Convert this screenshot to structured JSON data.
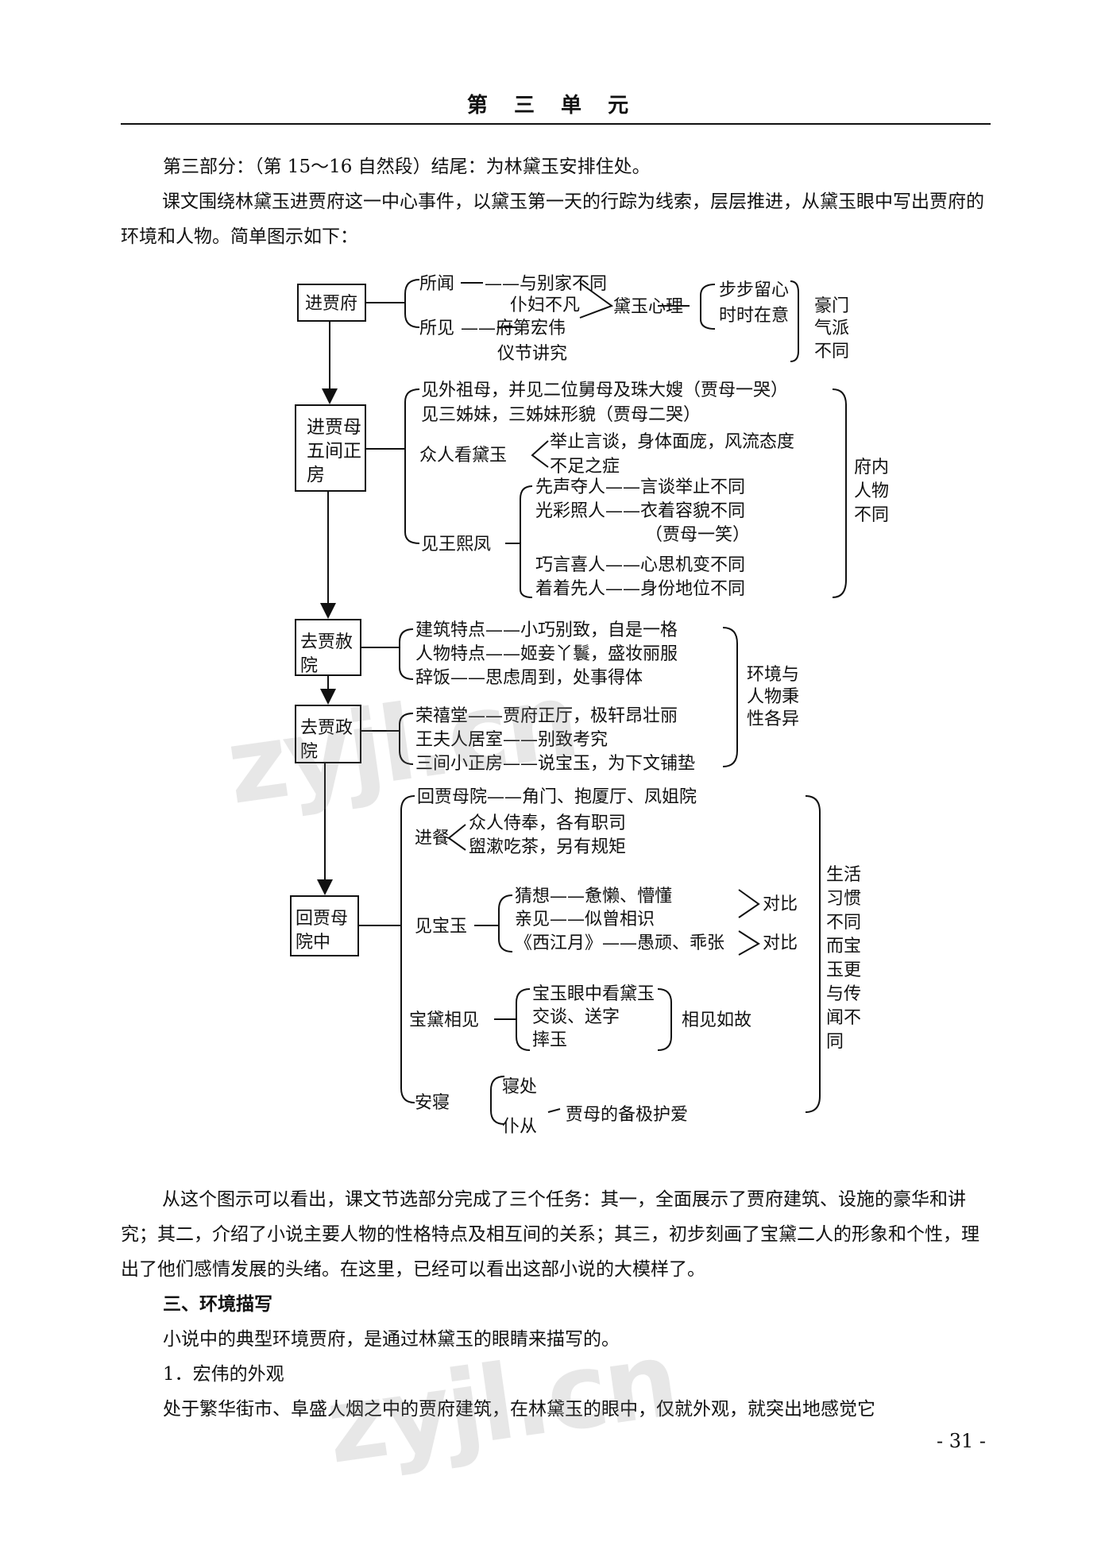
{
  "header": {
    "title": "第 三 单 元"
  },
  "intro": {
    "p1": "第三部分：（第 15～16 自然段）结尾：为林黛玉安排住处。",
    "p2": "课文围绕林黛玉进贾府这一中心事件，以黛玉第一天的行踪为线索，层层推进，从黛玉眼中写出贾府的环境和人物。简单图示如下："
  },
  "diagram": {
    "main_nodes": [
      "进贾府",
      "进贾母五间正房",
      "去贾赦院",
      "去贾政院",
      "回贾母院中"
    ],
    "n1": {
      "heard": "所闻",
      "heard_1": "与别家不同",
      "heard_2": "仆妇不凡",
      "seen": "所见",
      "seen_1": "府第宏伟",
      "seen_2": "仪节讲究",
      "mind": "黛玉心理",
      "mind_1": "步步留心",
      "mind_2": "时时在意",
      "summary": "豪门气派不同"
    },
    "n2": {
      "l1": "见外祖母，并见二位舅母及珠大嫂（贾母一哭）",
      "l2": "见三姊妹，三姊妹形貌（贾母二哭）",
      "view": "众人看黛玉",
      "view_1": "举止言谈，身体面庞，风流态度",
      "view_2": "不足之症",
      "xifeng": "见王熙凤",
      "xf_1": "先声夺人——言谈举止不同",
      "xf_2": "光彩照人——衣着容貌不同",
      "xf_2b": "（贾母一笑）",
      "xf_3": "巧言喜人——心思机变不同",
      "xf_4": "着着先人——身份地位不同",
      "summary": "府内人物不同"
    },
    "n3": {
      "l1": "建筑特点——小巧别致，自是一格",
      "l2": "人物特点——姬妾丫鬟，盛妆丽服",
      "l3": "辞饭——思虑周到，处事得体"
    },
    "n4": {
      "l1": "荣禧堂——贾府正厅，极轩昂壮丽",
      "l2": "王夫人居室——别致考究",
      "l3": "三间小正房——说宝玉，为下文铺垫",
      "summary": "环境与人物秉性各异"
    },
    "n5": {
      "l1": "回贾母院——角门、抱厦厅、凤姐院",
      "meal": "进餐",
      "meal_1": "众人侍奉，各有职司",
      "meal_2": "盥漱吃茶，另有规矩",
      "baoyu": "见宝玉",
      "by_1": "猜想——惫懒、懵懂",
      "by_2": "亲见——似曾相识",
      "by_3": "《西江月》——愚顽、乖张",
      "contrast": "对比",
      "meet": "宝黛相见",
      "meet_1": "宝玉眼中看黛玉",
      "meet_2": "交谈、送字",
      "meet_3": "摔玉",
      "meet_sum": "相见如故",
      "sleep": "安寝",
      "sleep_1": "寝处",
      "sleep_2": "仆从",
      "sleep_sum": "贾母的备极护爱",
      "summary": "生活习惯不同而宝玉更与传闻不同"
    }
  },
  "body": {
    "p1": "从这个图示可以看出，课文节选部分完成了三个任务：其一，全面展示了贾府建筑、设施的豪华和讲究；其二，介绍了小说主要人物的性格特点及相互间的关系；其三，初步刻画了宝黛二人的形象和个性，理出了他们感情发展的头绪。在这里，已经可以看出这部小说的大模样了。",
    "h3": "三、环境描写",
    "p2": "小说中的典型环境贾府，是通过林黛玉的眼睛来描写的。",
    "h4": "1．宏伟的外观",
    "p3": "处于繁华街市、阜盛人烟之中的贾府建筑，在林黛玉的眼中，仅就外观，就突出地感觉它"
  },
  "watermark": "zyjl.cn",
  "page_number": "- 31 -"
}
